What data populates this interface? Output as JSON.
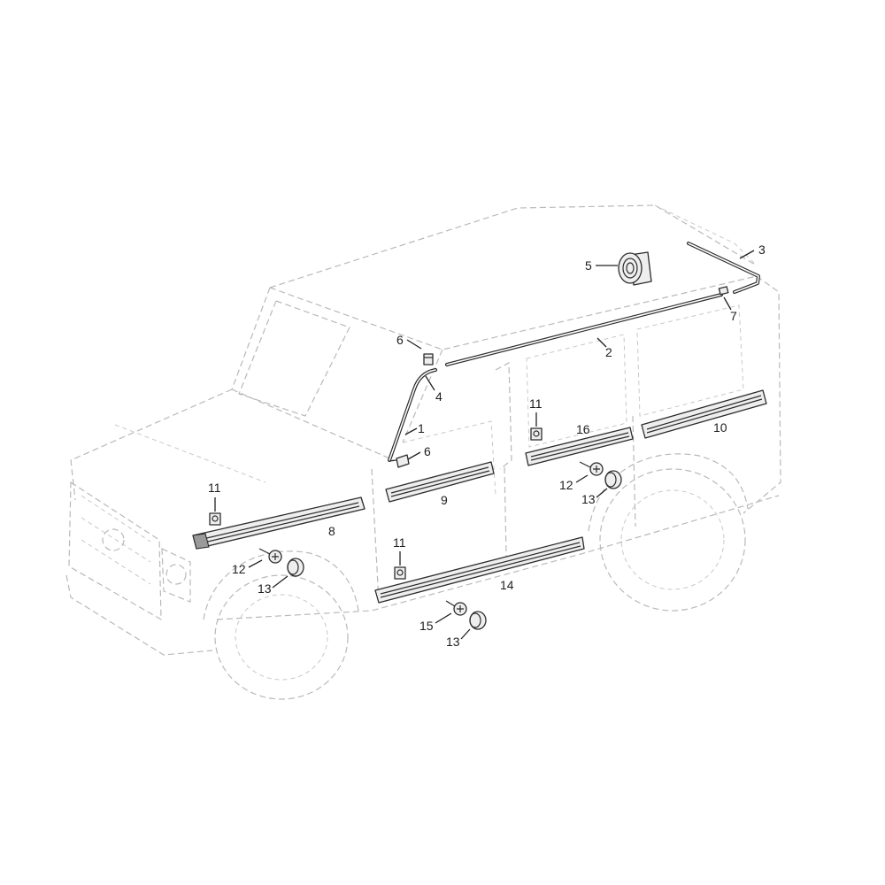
{
  "diagram": {
    "colors": {
      "ghost_outline": "#b9b9b9",
      "part_stroke": "#2c2c2c",
      "part_fill": "#eeeeee",
      "label": "#1e1e1e"
    },
    "callouts": [
      {
        "id": "c1",
        "number": "1"
      },
      {
        "id": "c2",
        "number": "2"
      },
      {
        "id": "c3",
        "number": "3"
      },
      {
        "id": "c4",
        "number": "4"
      },
      {
        "id": "c5",
        "number": "5"
      },
      {
        "id": "c6a",
        "number": "6"
      },
      {
        "id": "c6b",
        "number": "6"
      },
      {
        "id": "c7",
        "number": "7"
      },
      {
        "id": "c8",
        "number": "8"
      },
      {
        "id": "c9",
        "number": "9"
      },
      {
        "id": "c10",
        "number": "10"
      },
      {
        "id": "c11a",
        "number": "11"
      },
      {
        "id": "c11b",
        "number": "11"
      },
      {
        "id": "c11c",
        "number": "11"
      },
      {
        "id": "c12a",
        "number": "12"
      },
      {
        "id": "c12b",
        "number": "12"
      },
      {
        "id": "c13a",
        "number": "13"
      },
      {
        "id": "c13b",
        "number": "13"
      },
      {
        "id": "c13c",
        "number": "13"
      },
      {
        "id": "c14",
        "number": "14"
      },
      {
        "id": "c15",
        "number": "15"
      },
      {
        "id": "c16",
        "number": "16"
      }
    ]
  }
}
